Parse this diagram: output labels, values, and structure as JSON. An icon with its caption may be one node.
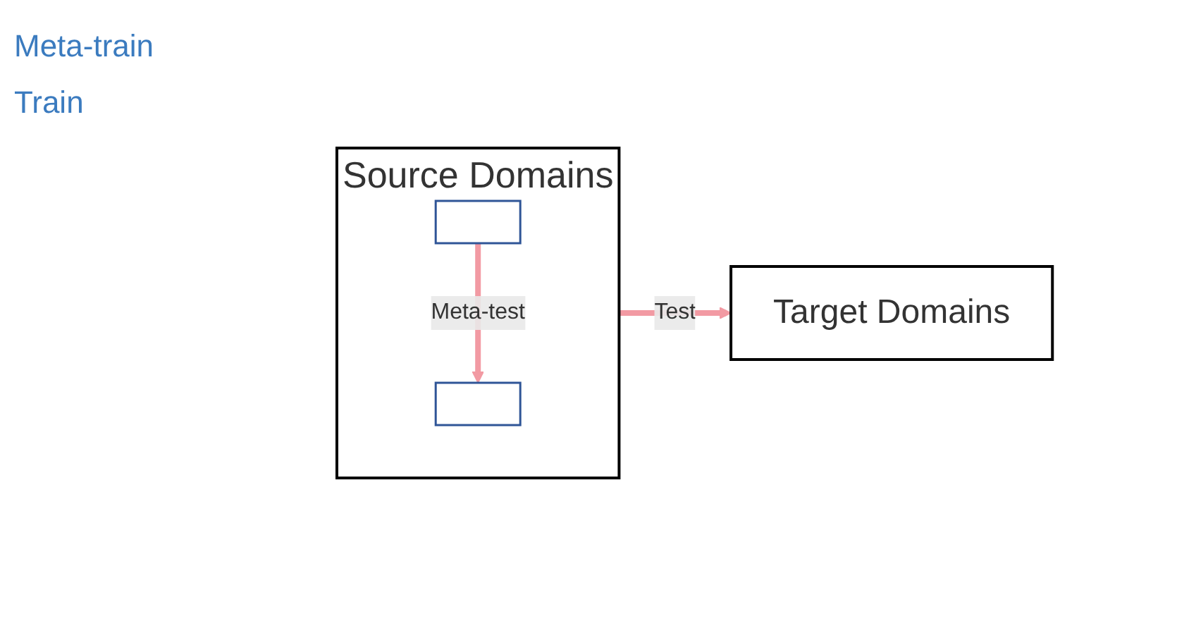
{
  "diagram": {
    "nodes": [
      {
        "text": [
          "Source Domains"
        ]
      },
      {
        "text": [],
        "shape": "box",
        "in": 0
      },
      {
        "text": [],
        "shape": "box",
        "in": 0
      },
      {
        "text": [
          "Target Domains"
        ]
      }
    ],
    "edges": [
      {
        "from": 1,
        "to": 2,
        "arrow": "to",
        "label": "Meta-test"
      },
      {
        "from": 0,
        "to": 3,
        "arrow": "to",
        "label": "Test"
      }
    ],
    "labels": [
      "Meta-train",
      "Train"
    ]
  }
}
